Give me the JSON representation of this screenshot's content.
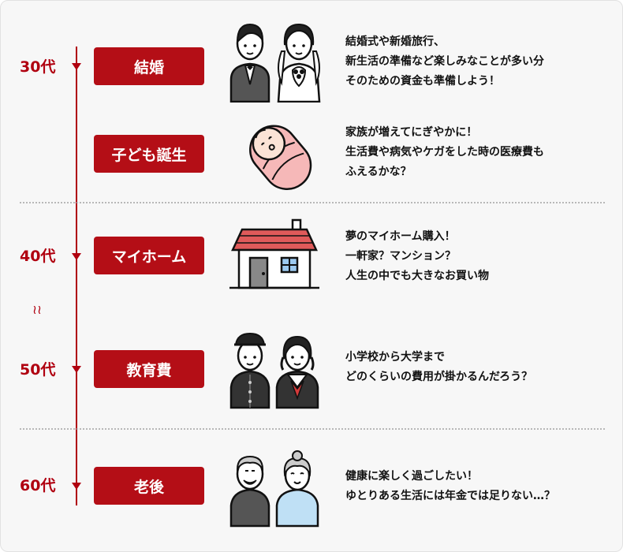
{
  "colors": {
    "accent": "#b00010",
    "button_bg": "#b40e16",
    "background": "#f7f7f7"
  },
  "ages": {
    "a30": "30代",
    "a40": "40代",
    "a50": "50代",
    "a60": "60代",
    "squiggle": "≀≀"
  },
  "events": [
    {
      "label": "結婚",
      "desc": "結婚式や新婚旅行、\n新生活の準備など楽しみなことが多い分\nそのための資金も準備しよう！",
      "icon": "wedding-couple-icon"
    },
    {
      "label": "子ども誕生",
      "desc": "家族が増えてにぎやかに！\n生活費や病気やケガをした時の医療費も\nふえるかな？",
      "icon": "baby-icon"
    },
    {
      "label": "マイホーム",
      "desc": "夢のマイホーム購入！\n一軒家？マンション？\n人生の中でも大きなお買い物",
      "icon": "house-icon"
    },
    {
      "label": "教育費",
      "desc": "小学校から大学まで\nどのくらいの費用が掛かるんだろう？",
      "icon": "students-icon"
    },
    {
      "label": "老後",
      "desc": "健康に楽しく過ごしたい！\nゆとりある生活には年金では足りない…？",
      "icon": "elderly-couple-icon"
    }
  ]
}
